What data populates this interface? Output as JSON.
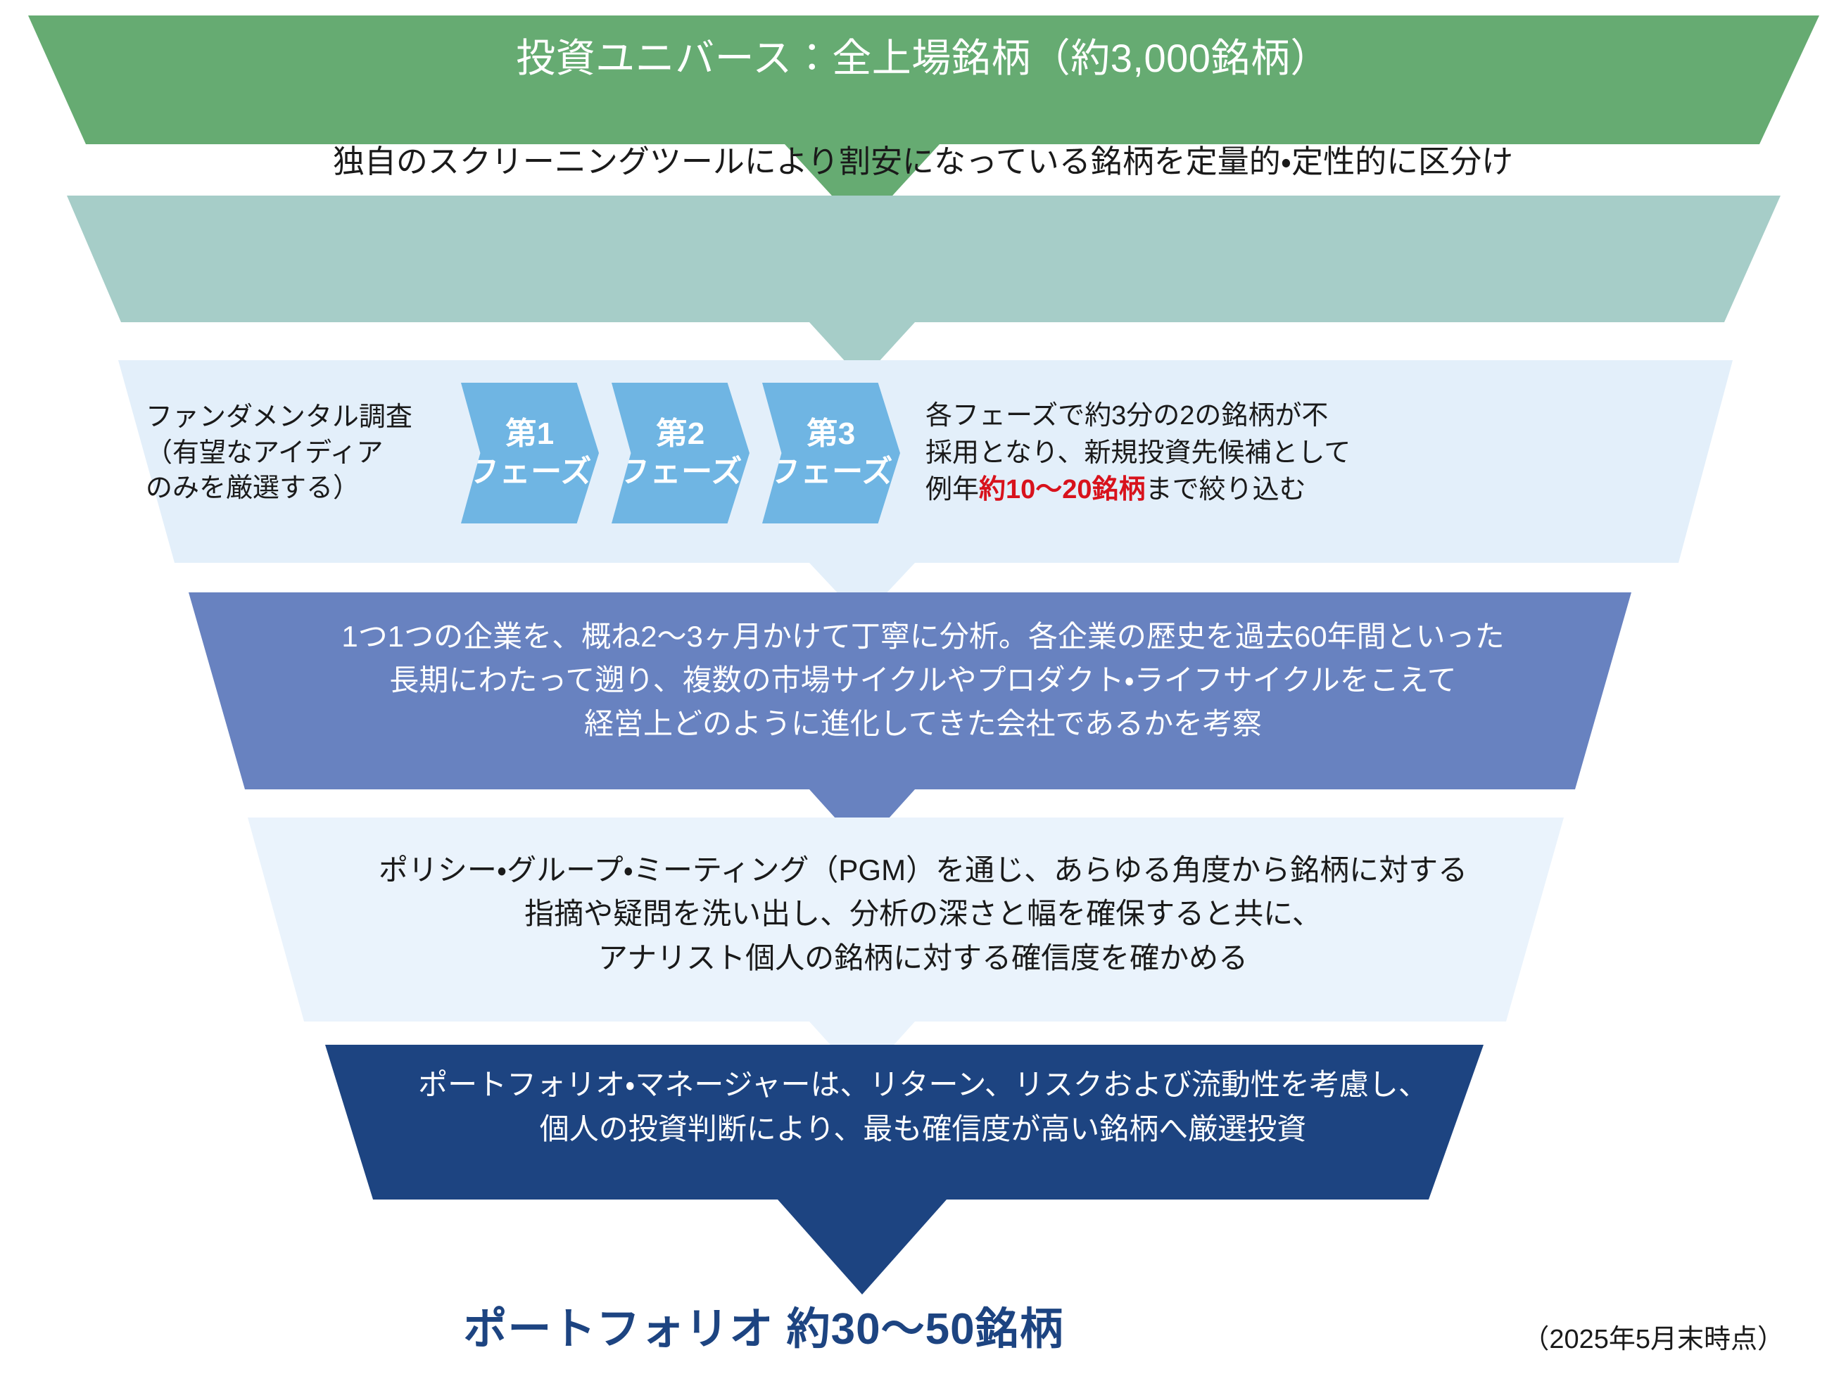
{
  "diagram": {
    "title": "投資プロセス ファネル",
    "colors": {
      "band1": "#66ab72",
      "band2": "#a6cdc8",
      "band3": "#e3effa",
      "band4": "#6882c0",
      "band5": "#eaf3fc",
      "band6": "#1d4481",
      "chevron": "#6fb5e3",
      "accent_red": "#d8121c",
      "footer_navy": "#1d4481",
      "background": "#ffffff"
    },
    "bands": [
      {
        "id": "band1",
        "name": "investment-universe",
        "text": "投資ユニバース：全上場銘柄（約3,000銘柄）"
      },
      {
        "id": "band2",
        "name": "screening",
        "text": "独自のスクリーニングツールにより割安になっている銘柄を定量的・定性的に区分け"
      },
      {
        "id": "band3",
        "name": "fundamental-research",
        "left_text": [
          "ファンダメンタル調査",
          "（有望なアイディア",
          "のみを厳選する）"
        ],
        "phases": [
          {
            "top": "第1",
            "bottom": "フェーズ"
          },
          {
            "top": "第2",
            "bottom": "フェーズ"
          },
          {
            "top": "第3",
            "bottom": "フェーズ"
          }
        ],
        "right_text": {
          "line1": "各フェーズで約3分の2の銘柄が不",
          "line2": "採用となり、新規投資先候補として",
          "line3_pre": "例年",
          "line3_highlight": "約10〜20銘柄",
          "line3_post": "まで絞り込む"
        }
      },
      {
        "id": "band4",
        "name": "deep-company-analysis",
        "lines": [
          "1つ1つの企業を、概ね2〜3ヶ月かけて丁寧に分析。各企業の歴史を過去60年間といった",
          "長期にわたって遡り、複数の市場サイクルやプロダクト・ライフサイクルをこえて",
          "経営上どのように進化してきた会社であるかを考察"
        ]
      },
      {
        "id": "band5",
        "name": "policy-group-meeting",
        "lines": [
          "ポリシー・グループ・ミーティング（PGM）を通じ、あらゆる角度から銘柄に対する",
          "指摘や疑問を洗い出し、分析の深さと幅を確保すると共に、",
          "アナリスト個人の銘柄に対する確信度を確かめる"
        ]
      },
      {
        "id": "band6",
        "name": "portfolio-manager-decision",
        "lines": [
          "ポートフォリオ・マネージャーは、リターン、リスクおよび流動性を考慮し、",
          "個人の投資判断により、最も確信度が高い銘柄へ厳選投資"
        ]
      }
    ],
    "footer": {
      "title": "ポートフォリオ 約30〜50銘柄",
      "note": "（2025年5月末時点）"
    }
  }
}
